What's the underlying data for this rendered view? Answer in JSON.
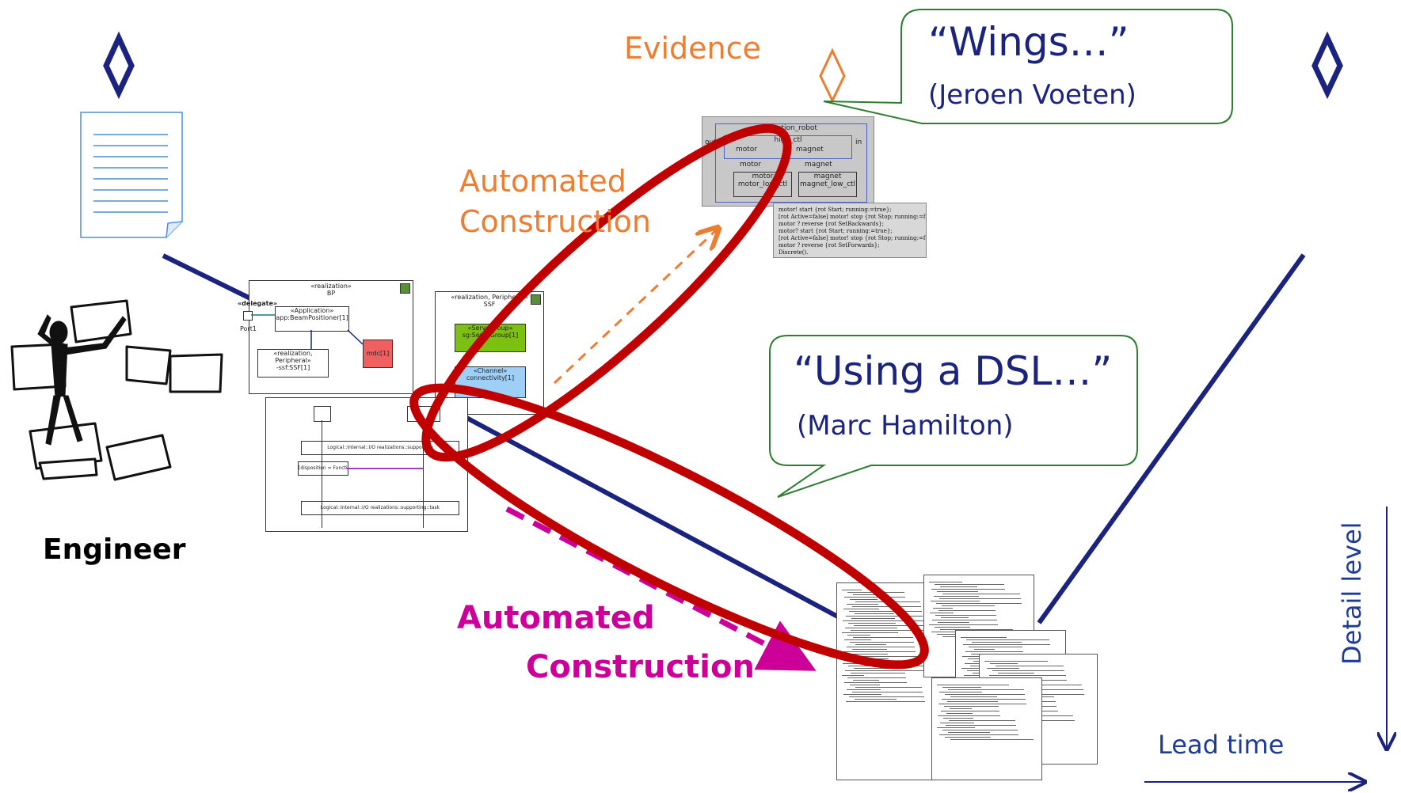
{
  "labels": {
    "evidence": "Evidence",
    "automated_top_1": "Automated",
    "automated_top_2": "Construction",
    "automated_bottom_1": "Automated",
    "automated_bottom_2": "Construction",
    "engineer": "Engineer",
    "detail_level": "Detail level",
    "lead_time": "Lead time"
  },
  "bubbles": {
    "wings": {
      "quote": "“Wings…”",
      "author": "(Jeroen Voeten)"
    },
    "dsl": {
      "quote": "“Using a DSL…”",
      "author": "(Marc Hamilton)"
    }
  },
  "uml": {
    "bp_stereo": "«realization»",
    "bp_name": "BP",
    "delegate": "«delegate»",
    "port": "Port1",
    "app_stereo": "«Application»",
    "app_name": "app:BeamPositioner[1]",
    "periph_stereo": "«realization, Peripheral»",
    "periph_name": "-ssf:SSF[1]",
    "mdc": "mdc[1]",
    "ssf_stereo": "«realization, Peripheral»",
    "ssf_name": "SSF",
    "group_stereo": "«ServoGroup»",
    "group_name": "sg:ServoGroup[1]",
    "channel_stereo": "«Channel»",
    "channel_name": "connectivity[1]",
    "seq_row1": "Logical::Internal::I/O realizations::supporting",
    "seq_row2": "Logical::Internal::I/O realizations::supporting::task",
    "seq_guard": "[disposition = Function(position)]"
  },
  "robot": {
    "title": "Rotation_robot",
    "high_ctl": "high_ctl",
    "out": "out",
    "in": "in",
    "motor": "motor",
    "magnet": "magnet",
    "motor_low": "motor_low_ctl",
    "magnet_low": "magnet_low_ctl",
    "code_lines": [
      "motor! start {rot Start; running:=true};",
      "[rot Active=false] motor! stop {rot Stop; running:=false};",
      "motor ? reverse {rot SetBackwards};",
      "motor? start {rot Start; running:=true};",
      "[rot Active=false] motor! stop {rot Stop; running:=false};",
      "motor ? reverse {rot SetForwards};",
      "Discrete()."
    ]
  },
  "colors": {
    "orange": "#ED7D31",
    "magenta": "#CC0099",
    "red": "#C00000",
    "navy": "#1a237e",
    "bubble_border": "#2e7d32"
  }
}
